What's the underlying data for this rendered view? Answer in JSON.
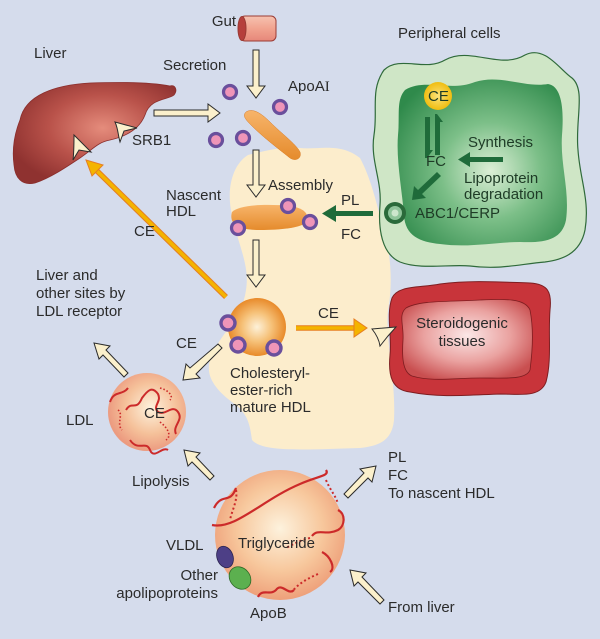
{
  "labels": {
    "gut": "Gut",
    "liver": "Liver",
    "secretion": "Secretion",
    "apoai": "ApoA",
    "apoai_numeral": "I",
    "srb1": "SRB1",
    "peripheral_cells": "Peripheral cells",
    "ce_cell": "CE",
    "fc_cell": "FC",
    "synthesis": "Synthesis",
    "lipoprotein": "Lipoprotein",
    "degradation": "degradation",
    "abc1": "ABC1/CERP",
    "nascent": "Nascent",
    "hdl": "HDL",
    "assembly": "Assembly",
    "pl": "PL",
    "fc": "FC",
    "ce_liver": "CE",
    "liver_sites_1": "Liver and",
    "liver_sites_2": "other sites by",
    "liver_sites_3": "LDL receptor",
    "ce_to_ldl": "CE",
    "ce_to_steroid": "CE",
    "mature_1": "Cholesteryl-",
    "mature_2": "ester-rich",
    "mature_3": "mature HDL",
    "steroid_1": "Steroidogenic",
    "steroid_2": "tissues",
    "ldl": "LDL",
    "ldl_ce": "CE",
    "lipolysis": "Lipolysis",
    "vldl_pl": "PL",
    "vldl_fc": "FC",
    "to_nascent": "To nascent HDL",
    "vldl": "VLDL",
    "triglyceride": "Triglyceride",
    "other_1": "Other",
    "other_2": "apolipoproteins",
    "apob": "ApoB",
    "from_liver": "From liver"
  },
  "colors": {
    "background": "#d5dcec",
    "hdl_region": "#fcedcc",
    "liver": "#b04a42",
    "cell_outer": "#cfe6c6",
    "cell_inner": "#3f9a5a",
    "green_arrow": "#1f6b3a",
    "ce_arrow": "#f2b203",
    "steroid": "#c8343a",
    "apoai_ring": "#6a4f9c",
    "apoai_core": "#ef95b8",
    "hdl_body": "#ec9a3c",
    "protein_line": "#cc2a2a"
  }
}
